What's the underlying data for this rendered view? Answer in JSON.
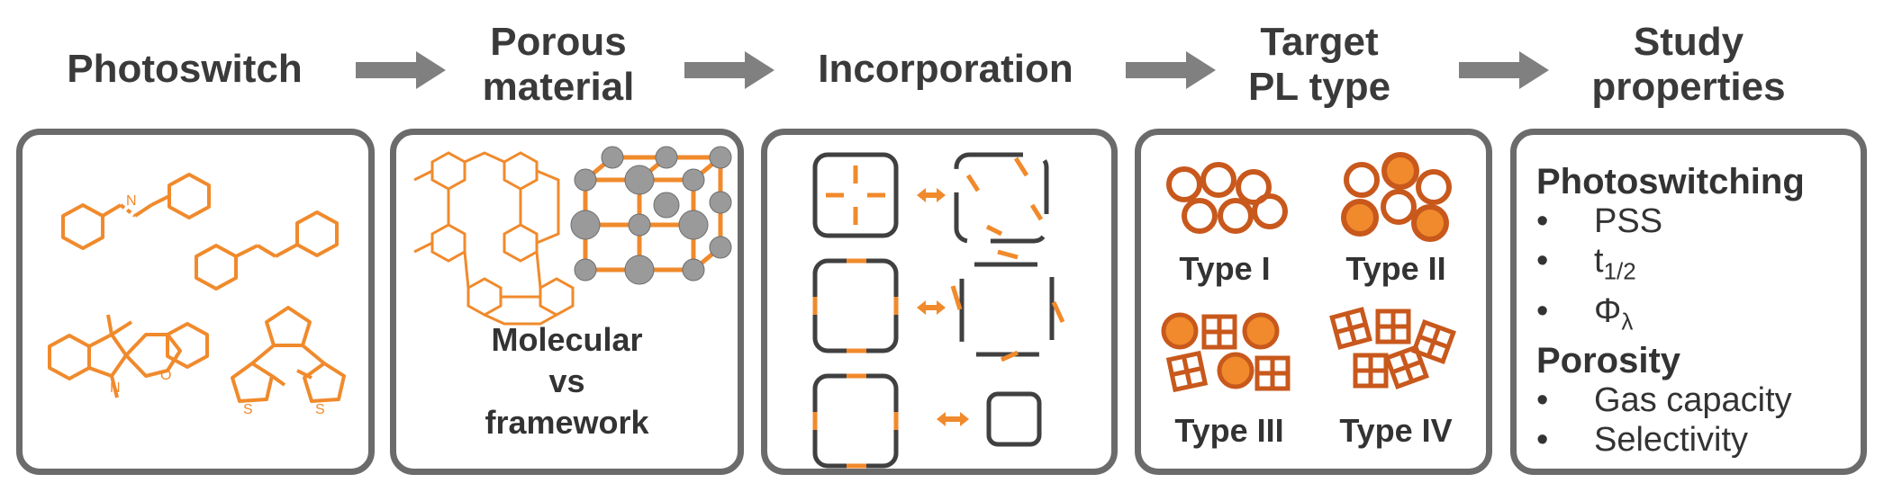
{
  "colors": {
    "accent": "#f08a2c",
    "accent_dark": "#c8581c",
    "frame": "#6b6b6b",
    "arrow": "#808080",
    "text": "#333333"
  },
  "headings": {
    "photoswitch": "Photoswitch",
    "porous_line1": "Porous",
    "porous_line2": "material",
    "incorporation": "Incorporation",
    "target_line1": "Target",
    "target_line2": "PL type",
    "study_line1": "Study",
    "study_line2": "properties"
  },
  "porous": {
    "label_line1": "Molecular",
    "label_line2": "vs",
    "label_line3": "framework"
  },
  "pl_types": {
    "type1": "Type I",
    "type2": "Type II",
    "type3": "Type III",
    "type4": "Type IV"
  },
  "properties": {
    "photoswitching": "Photoswitching",
    "pss": "PSS",
    "t_half_base": "t",
    "t_half_sub": "1/2",
    "phi_base": "Φ",
    "phi_sub": "λ",
    "porosity": "Porosity",
    "gas_capacity": "Gas capacity",
    "selectivity": "Selectivity",
    "bullet": "•"
  }
}
